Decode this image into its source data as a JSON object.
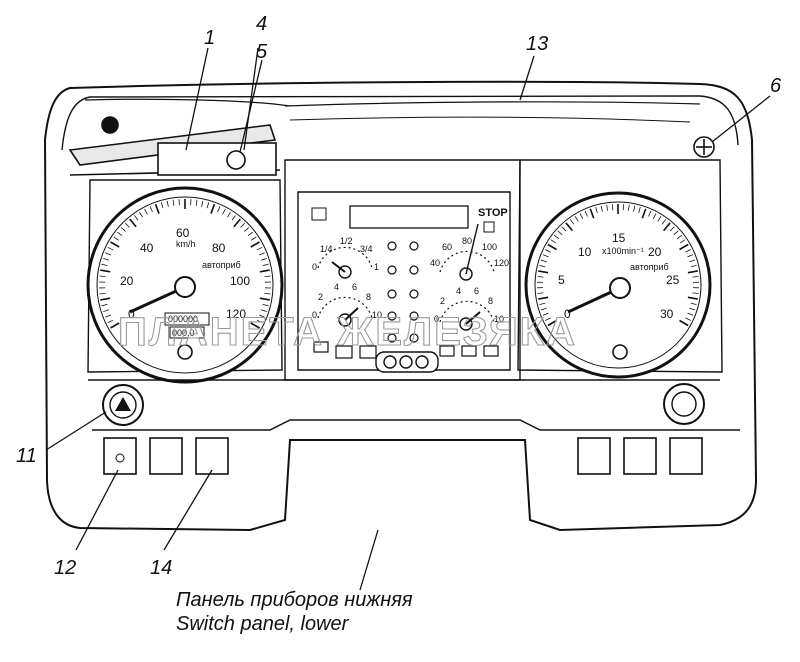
{
  "callouts": {
    "c1": "1",
    "c4": "4",
    "c5": "5",
    "c6": "6",
    "c11": "11",
    "c12": "12",
    "c13": "13",
    "c14": "14"
  },
  "speedometer": {
    "ticks": [
      "0",
      "20",
      "40",
      "60",
      "80",
      "100",
      "120"
    ],
    "unit": "km/h",
    "brand": "автоприб",
    "odometer": "000000",
    "trip": "000,0"
  },
  "tachometer": {
    "ticks": [
      "0",
      "5",
      "10",
      "15",
      "20",
      "25",
      "30"
    ],
    "unit": "x100min⁻¹",
    "brand": "автоприб"
  },
  "center_panel": {
    "stop_label": "STOP",
    "fuel_ticks": [
      "0",
      "1/4",
      "1/2",
      "3/4",
      "1"
    ],
    "temp_ticks": [
      "40",
      "60",
      "80",
      "100",
      "120"
    ],
    "press1_ticks": [
      "0",
      "2",
      "4",
      "6",
      "8",
      "10"
    ],
    "press2_ticks": [
      "0",
      "2",
      "4",
      "6",
      "8",
      "10"
    ]
  },
  "watermark": "ПЛАНЕТА ЖЕЛЕЗЯКА",
  "caption": {
    "line1": "Панель приборов нижняя",
    "line2": "Switch panel, lower"
  },
  "colors": {
    "line": "#111111",
    "watermark": "#9a9a9a"
  },
  "icons": [
    "hazard-icon",
    "light-icon",
    "warning-lamps"
  ]
}
